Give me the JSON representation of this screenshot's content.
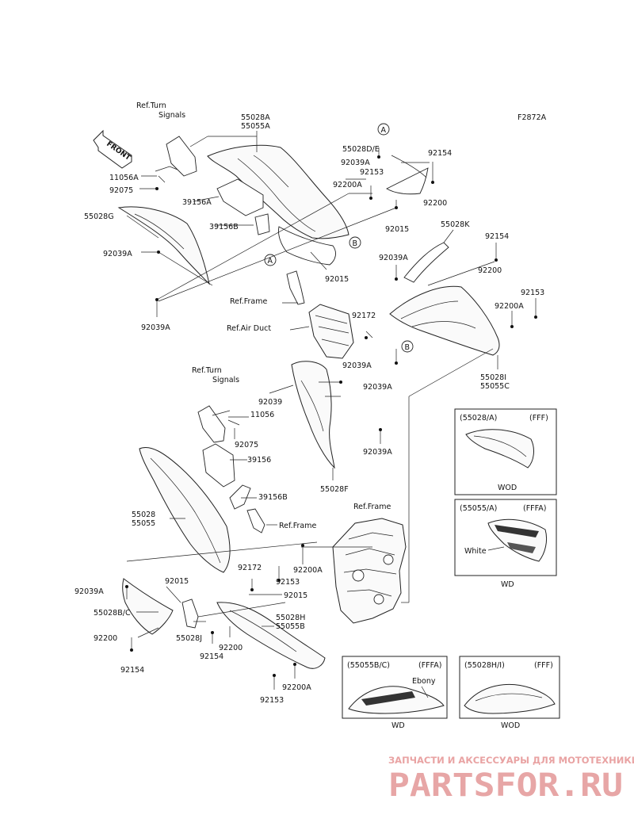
{
  "diagram_code": "F2872A",
  "front_label": "FRONT",
  "labels": {
    "ref_turn_signals_1": [
      "Ref.Turn",
      "Signals"
    ],
    "ref_turn_signals_2": [
      "Ref.Turn",
      "Signals"
    ],
    "p55028A_55055A": [
      "55028A",
      "55055A"
    ],
    "p55028DE": "55028D/E",
    "p92039A_top": "92039A",
    "p92153_top": "92153",
    "p92154_top": "92154",
    "p92200A_top": "92200A",
    "p92200_top": "92200",
    "p92015_top": "92015",
    "p11056A": "11056A",
    "p92075_top": "92075",
    "p39156A": "39156A",
    "p39156B_top": "39156B",
    "p55028G": "55028G",
    "p92039A_left": "92039A",
    "p92015_mid": "92015",
    "ref_frame_1": "Ref.Frame",
    "p92039A_bottom_left": "92039A",
    "p55028K": "55028K",
    "p92154_right": "92154",
    "p92039A_right": "92039A",
    "p92200_right": "92200",
    "p92153_right": "92153",
    "p92200A_right": "92200A",
    "ref_air_duct": "Ref.Air Duct",
    "p92172_top": "92172",
    "p92039A_mid": "92039A",
    "p55028I_55055C": [
      "55028I",
      "55055C"
    ],
    "p92039": "92039",
    "p92039A_mid2": "92039A",
    "p11056": "11056",
    "p92075_mid": "92075",
    "p92039A_mid3": "92039A",
    "p39156": "39156",
    "p55028F": "55028F",
    "p39156B_mid": "39156B",
    "ref_frame_2": "Ref.Frame",
    "p55028_55055": [
      "55028",
      "55055"
    ],
    "ref_frame_3": "Ref.Frame",
    "p92200A_low": "92200A",
    "p92172_low": "92172",
    "p92153_low": "92153",
    "p92039A_low": "92039A",
    "p92015_low1": "92015",
    "p92015_low2": "92015",
    "p55028BC": "55028B/C",
    "p55028H_55055B": [
      "55028H",
      "55055B"
    ],
    "p92200_low1": "92200",
    "p55028J": "55028J",
    "p92200_low2": "92200",
    "p92154_low1": "92154",
    "p92154_low2": "92154",
    "p92200A_bottom": "92200A",
    "p92153_bottom": "92153",
    "label_A1": "A",
    "label_A2": "A",
    "label_B1": "B",
    "label_B2": "B"
  },
  "insets": [
    {
      "code": "(55028/A)",
      "color_code": "(FFF)",
      "caption": "WOD",
      "note": ""
    },
    {
      "code": "(55055/A)",
      "color_code": "(FFFA)",
      "caption": "WD",
      "note": "White"
    },
    {
      "code": "(55055B/C)",
      "color_code": "(FFFA)",
      "caption": "WD",
      "note": "Ebony"
    },
    {
      "code": "(55028H/I)",
      "color_code": "(FFF)",
      "caption": "WOD",
      "note": ""
    }
  ],
  "watermark": {
    "top": "ЗАПЧАСТИ И АКСЕССУАРЫ ДЛЯ МОТОТЕХНИКИ",
    "brand": "PARTSFOR.RU"
  }
}
